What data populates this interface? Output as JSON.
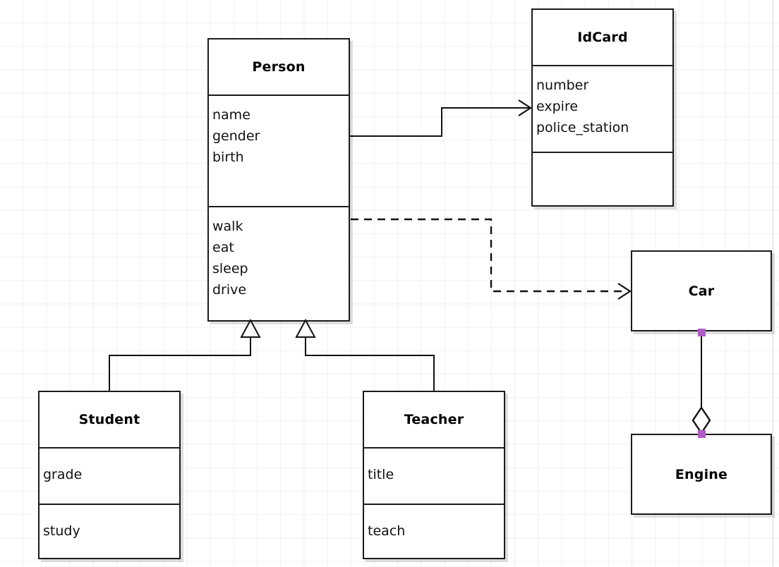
{
  "diagram": {
    "kind": "uml-class-diagram",
    "background_color": "#ffffff",
    "grid_color": "#f0f0f0",
    "line_color": "#111111",
    "handle_color": "#b05cc4"
  },
  "classes": [
    {
      "id": "person",
      "name": "Person",
      "attributes": [
        "name",
        "gender",
        "birth"
      ],
      "operations": [
        "walk",
        "eat",
        "sleep",
        "drive"
      ]
    },
    {
      "id": "idcard",
      "name": "IdCard",
      "attributes": [
        "number",
        "expire",
        "police_station"
      ],
      "operations": []
    },
    {
      "id": "student",
      "name": "Student",
      "attributes": [
        "grade"
      ],
      "operations": [
        "study"
      ]
    },
    {
      "id": "teacher",
      "name": "Teacher",
      "attributes": [
        "title"
      ],
      "operations": [
        "teach"
      ]
    },
    {
      "id": "car",
      "name": "Car",
      "attributes": [],
      "operations": []
    },
    {
      "id": "engine",
      "name": "Engine",
      "attributes": [],
      "operations": []
    }
  ],
  "relationships": [
    {
      "id": "person-idcard",
      "type": "association",
      "from": "Person",
      "to": "IdCard"
    },
    {
      "id": "person-car",
      "type": "dependency",
      "from": "Person",
      "to": "Car"
    },
    {
      "id": "student-person",
      "type": "generalization",
      "from": "Student",
      "to": "Person"
    },
    {
      "id": "teacher-person",
      "type": "generalization",
      "from": "Teacher",
      "to": "Person"
    },
    {
      "id": "car-engine",
      "type": "aggregation",
      "from": "Engine",
      "to": "Car"
    }
  ]
}
